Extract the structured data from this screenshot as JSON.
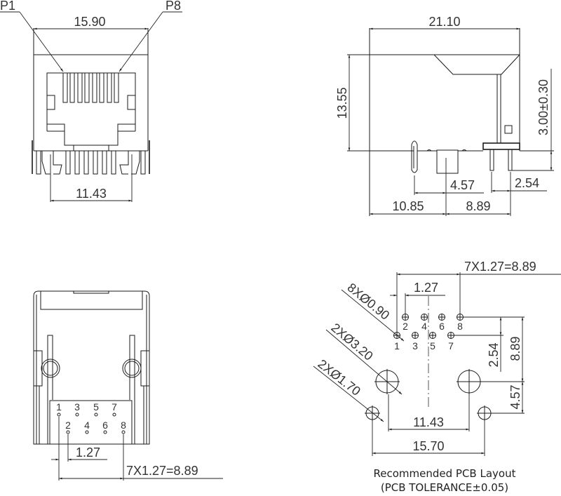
{
  "front_view": {
    "pin_first": "P1",
    "pin_last": "P8",
    "width": "15.90",
    "post_spacing": "11.43"
  },
  "side_view": {
    "length": "21.10",
    "height": "13.55",
    "pin_length": "3.00±0.30",
    "offset_a": "4.57",
    "pin_pitch": "2.54",
    "offset_left": "10.85",
    "offset_right": "8.89"
  },
  "bottom_view": {
    "pin_labels_odd": [
      "1",
      "3",
      "5",
      "7"
    ],
    "pin_labels_even": [
      "2",
      "4",
      "6",
      "8"
    ],
    "pitch": "1.27",
    "total": "7X1.27=8.89"
  },
  "pcb_layout": {
    "total": "7X1.27=8.89",
    "pitch": "1.27",
    "hole_small": "8XØ0.90",
    "hole_large": "2XØ3.20",
    "hole_mid": "2XØ1.70",
    "row_spacing": "2.54",
    "height_total": "8.89",
    "height_lower": "4.57",
    "large_spacing": "11.43",
    "mid_spacing": "15.70",
    "pin_labels_odd": [
      "1",
      "3",
      "5",
      "7"
    ],
    "pin_labels_even": [
      "2",
      "4",
      "6",
      "8"
    ],
    "caption_line1": "Recommended PCB Layout",
    "caption_line2": "(PCB TOLERANCE±0.05)"
  }
}
